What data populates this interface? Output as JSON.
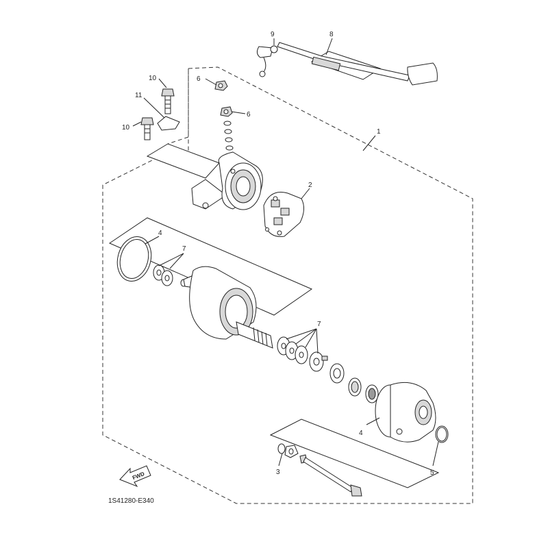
{
  "diagram": {
    "code": "1S41280-E340",
    "fwd_label": "FWD",
    "callouts": {
      "c1": "1",
      "c2": "2",
      "c3": "3",
      "c4a": "4",
      "c4b": "4",
      "c5": "5",
      "c6a": "6",
      "c6b": "6",
      "c7a": "7",
      "c7b": "7",
      "c8": "8",
      "c9": "9",
      "c10a": "10",
      "c10b": "10",
      "c11": "11"
    }
  }
}
